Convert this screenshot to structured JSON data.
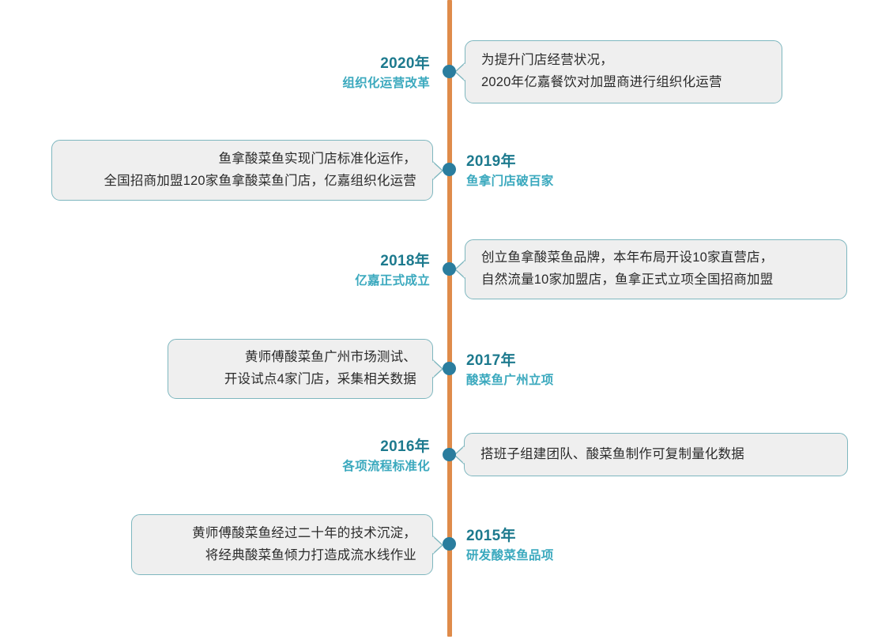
{
  "theme": {
    "background": "#FFFFFF",
    "axis_color": "#DF8B4A",
    "dot_color": "#2A7D9E",
    "year_color": "#1D7A8E",
    "subtitle_color": "#3BA9BE",
    "bubble_fill": "#EFEFEF",
    "bubble_border": "#7EB7BF",
    "body_text_color": "#2B2B2B"
  },
  "timeline": {
    "orientation": "vertical",
    "entries": [
      {
        "year": "2020年",
        "subtitle": "组织化运营改革",
        "bubble_side": "right",
        "lines": [
          "为提升门店经营状况，",
          "2020年亿嘉餐饮对加盟商进行组织化运营"
        ]
      },
      {
        "year": "2019年",
        "subtitle": "鱼拿门店破百家",
        "bubble_side": "left",
        "lines": [
          "鱼拿酸菜鱼实现门店标准化运作，",
          "全国招商加盟120家鱼拿酸菜鱼门店，亿嘉组织化运营"
        ]
      },
      {
        "year": "2018年",
        "subtitle": "亿嘉正式成立",
        "bubble_side": "right",
        "lines": [
          "创立鱼拿酸菜鱼品牌，本年布局开设10家直营店，",
          "自然流量10家加盟店，鱼拿正式立项全国招商加盟"
        ]
      },
      {
        "year": "2017年",
        "subtitle": "酸菜鱼广州立项",
        "bubble_side": "left",
        "lines": [
          "黄师傅酸菜鱼广州市场测试、",
          "开设试点4家门店，采集相关数据"
        ]
      },
      {
        "year": "2016年",
        "subtitle": "各项流程标准化",
        "bubble_side": "right",
        "lines": [
          "搭班子组建团队、酸菜鱼制作可复制量化数据"
        ]
      },
      {
        "year": "2015年",
        "subtitle": "研发酸菜鱼品项",
        "bubble_side": "left",
        "lines": [
          "黄师傅酸菜鱼经过二十年的技术沉淀，",
          "将经典酸菜鱼倾力打造成流水线作业"
        ]
      }
    ]
  }
}
